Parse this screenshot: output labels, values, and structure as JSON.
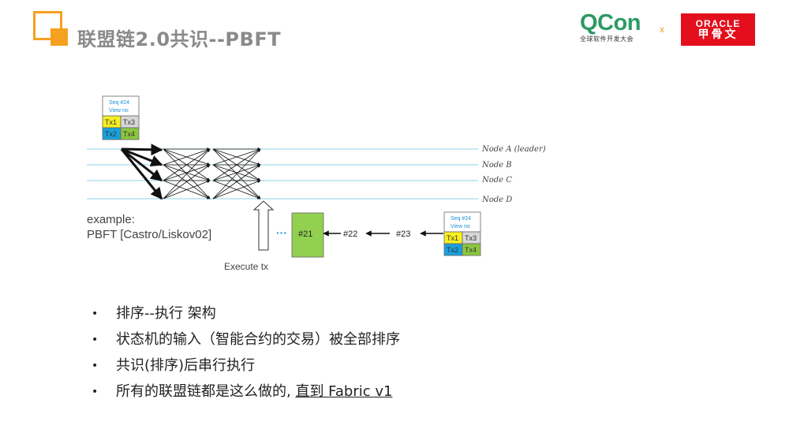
{
  "header": {
    "title": "联盟链2.0共识--PBFT",
    "qcon_logo": "QCon",
    "qcon_subtitle": "全球软件开发大会",
    "times": "x",
    "oracle_logo": "ORACLE",
    "oracle_cn": "甲骨文",
    "accent_color": "#f5a01e",
    "qcon_color": "#2c9a63",
    "oracle_color": "#e30f1c"
  },
  "diagram": {
    "block_top": {
      "seq": "Seq #24",
      "view": "View no",
      "cells": [
        "Tx1",
        "Tx3",
        "Tx2",
        "Tx4"
      ]
    },
    "block_right": {
      "seq": "Seq #24",
      "view": "View no",
      "cells": [
        "Tx1",
        "Tx3",
        "Tx2",
        "Tx4"
      ]
    },
    "nodes": [
      "Node A (leader)",
      "Node B",
      "Node C",
      "Node D"
    ],
    "example_line1": "example:",
    "example_line2": "PBFT [Castro/Liskov02]",
    "execute_label": "Execute tx",
    "ellipsis": "···",
    "chain": [
      "#21",
      "#22",
      "#23"
    ]
  },
  "bullets": [
    {
      "text": "排序--执行 架构"
    },
    {
      "text": "状态机的输入（智能合约的交易）被全部排序"
    },
    {
      "text": "共识(排序)后串行执行"
    },
    {
      "text": "所有的联盟链都是这么做的, ",
      "link": "直到 Fabric v1"
    }
  ]
}
